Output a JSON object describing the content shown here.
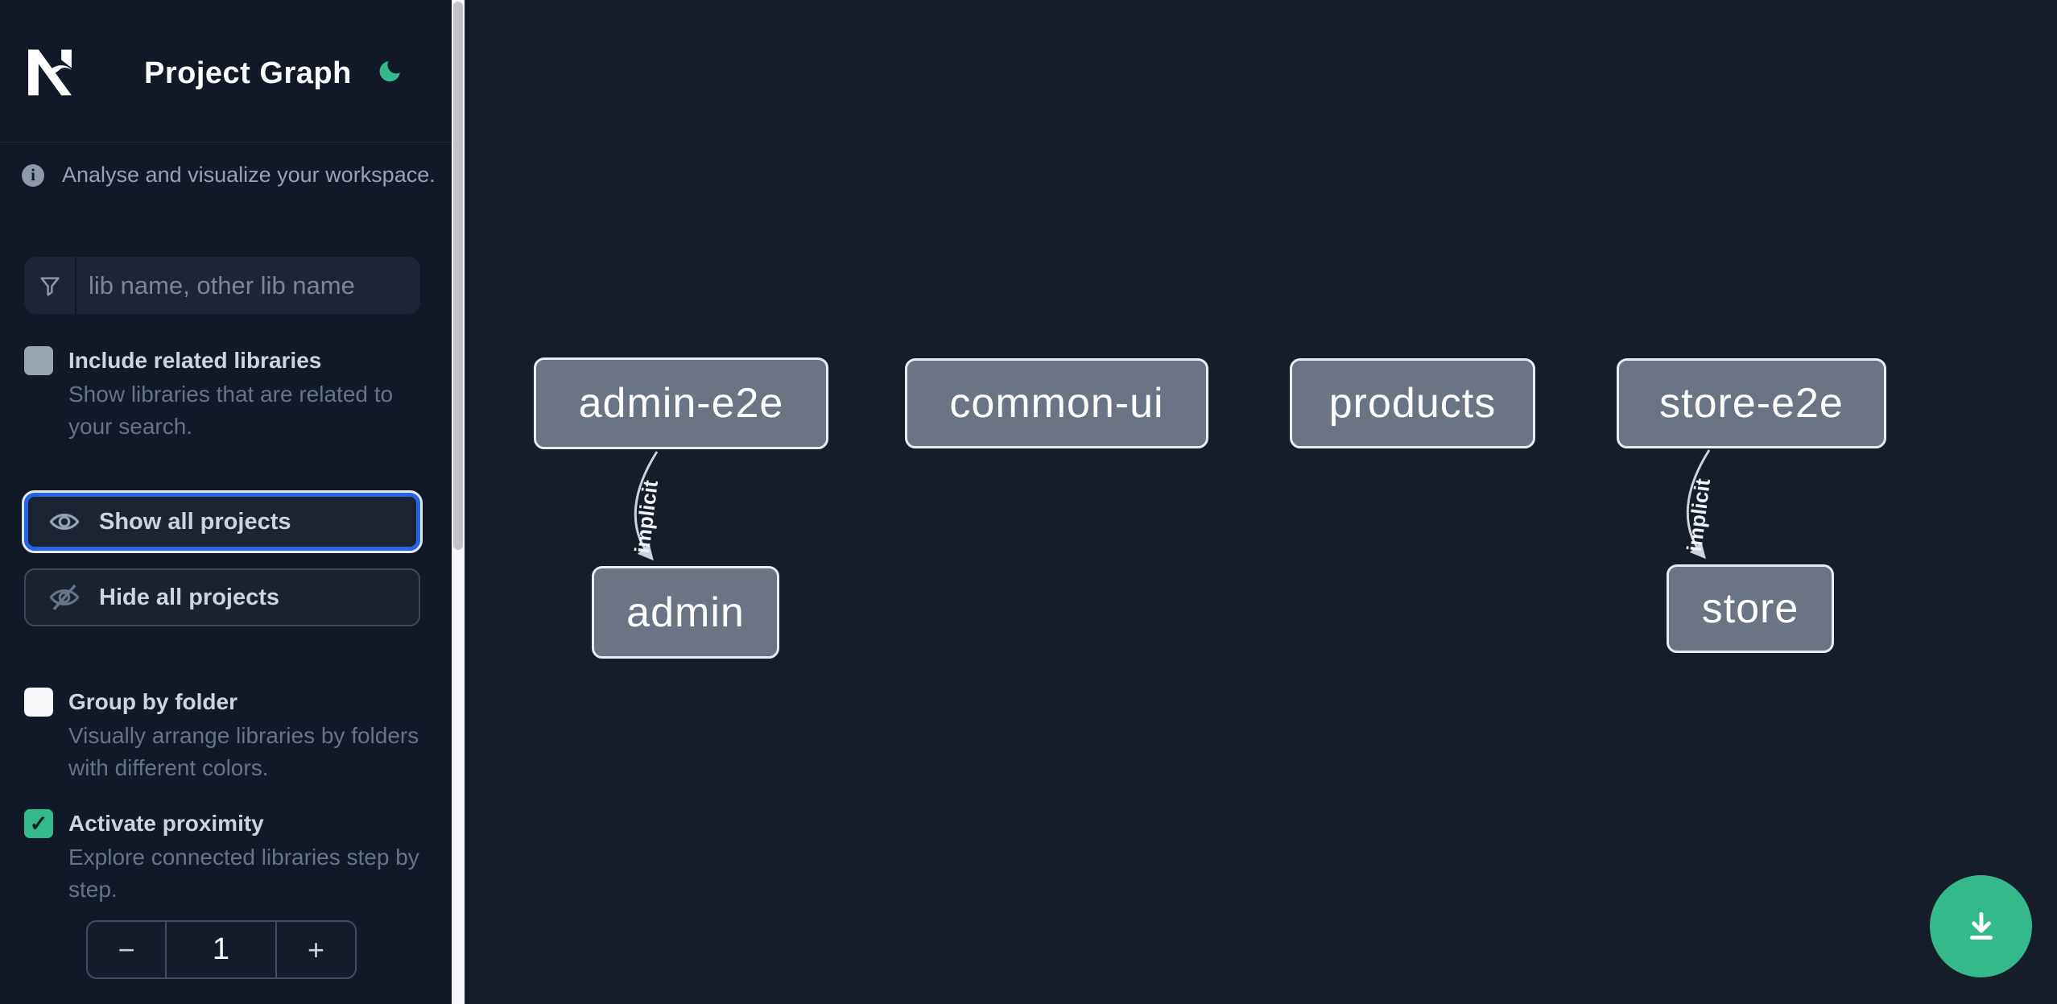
{
  "header": {
    "logo_text": "Nx",
    "title": "Project Graph"
  },
  "sidebar": {
    "tagline": "Analyse and visualize your workspace.",
    "search": {
      "placeholder": "lib name, other lib name",
      "value": ""
    },
    "include_related": {
      "label": "Include related libraries",
      "description": "Show libraries that are related to your search.",
      "checked": false
    },
    "actions": {
      "show_all": {
        "label": "Show all projects",
        "icon": "eye-icon",
        "focused": true
      },
      "hide_all": {
        "label": "Hide all projects",
        "icon": "eye-off-icon",
        "focused": false
      }
    },
    "group_by_folder": {
      "label": "Group by folder",
      "description": "Visually arrange libraries by folders with different colors.",
      "checked": false
    },
    "activate_proximity": {
      "label": "Activate proximity",
      "description": "Explore connected libraries step by step.",
      "checked": true,
      "check_glyph": "✓"
    },
    "proximity_stepper": {
      "decrement": "−",
      "value": "1",
      "increment": "+"
    }
  },
  "graph": {
    "nodes": [
      {
        "label": "admin-e2e"
      },
      {
        "label": "common-ui"
      },
      {
        "label": "products"
      },
      {
        "label": "store-e2e"
      },
      {
        "label": "admin"
      },
      {
        "label": "store"
      }
    ],
    "edges": [
      {
        "from": "admin-e2e",
        "to": "admin",
        "label": "implicit"
      },
      {
        "from": "store-e2e",
        "to": "store",
        "label": "implicit"
      }
    ]
  },
  "fab": {
    "icon": "download-icon"
  },
  "colors": {
    "accent_green": "#34b98b",
    "focus_blue": "#2563eb",
    "node_fill": "#6a7484",
    "node_border": "#e9edf2",
    "edge": "#ccd3dc",
    "sidebar_bg": "#111827",
    "canvas_bg": "#151c2a"
  }
}
